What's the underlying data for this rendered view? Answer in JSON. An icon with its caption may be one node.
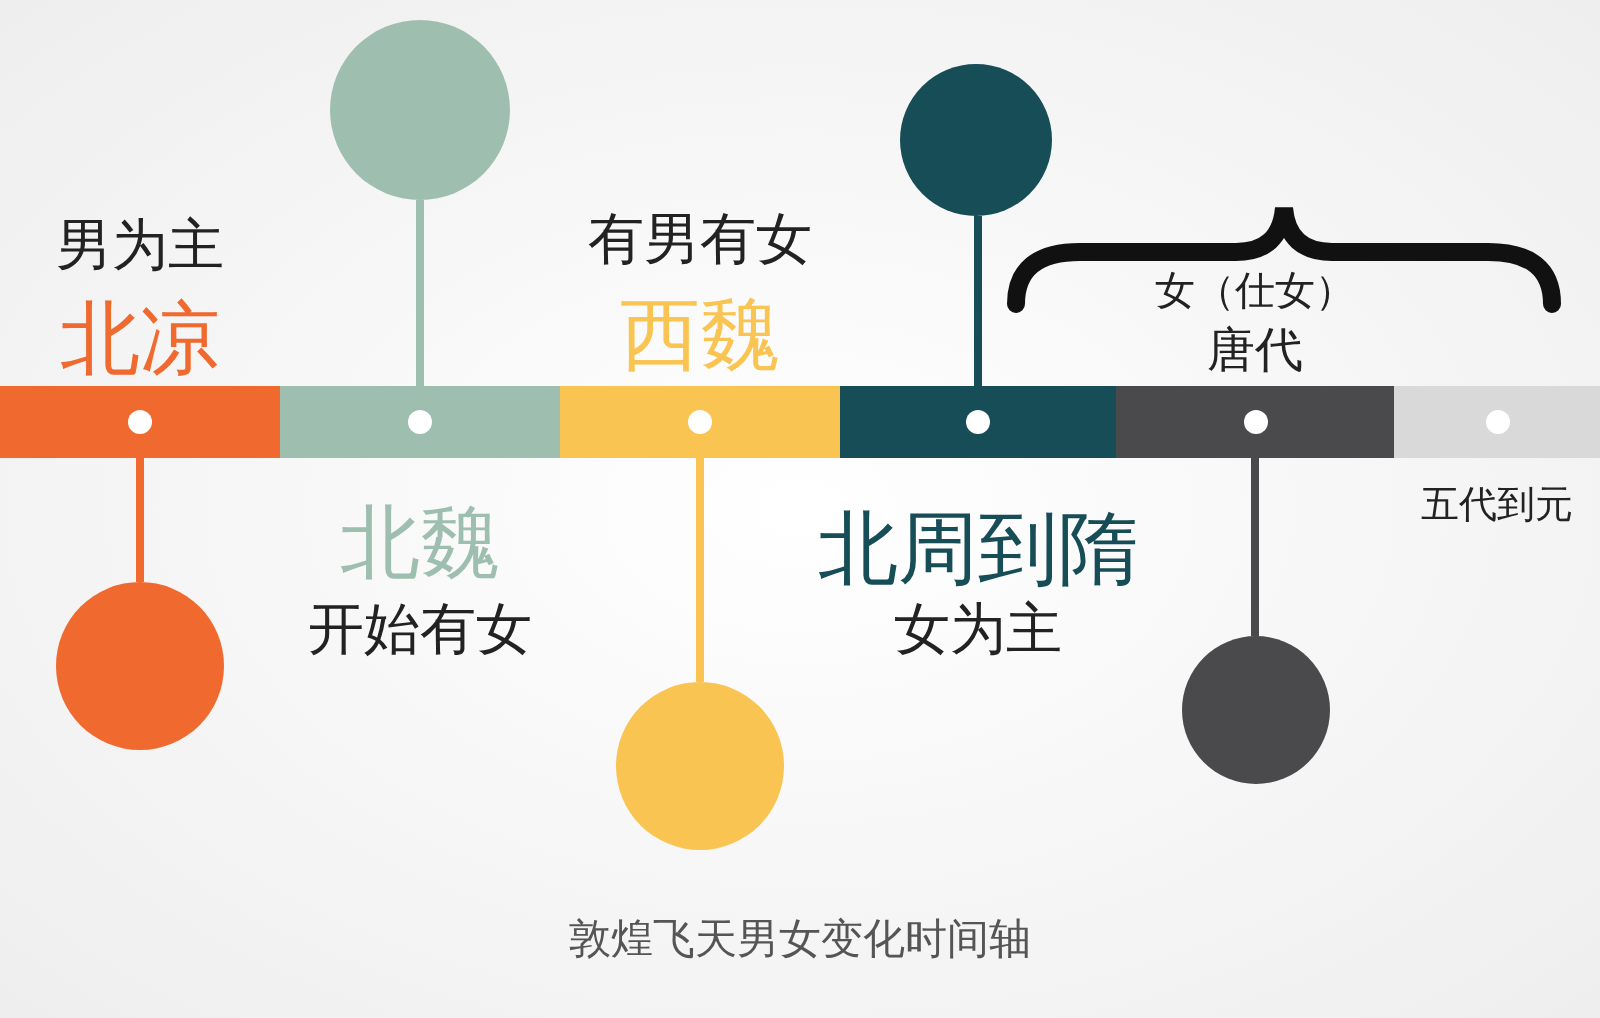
{
  "diagram": {
    "caption": "敦煌飞天男女变化时间轴",
    "nodes": [
      {
        "text": [],
        "shape": "bar",
        "beside": [
          "男为主",
          "北凉"
        ]
      },
      {
        "text": [],
        "shape": "bar",
        "beside": [
          "北魏",
          "开始有女"
        ]
      },
      {
        "text": [],
        "shape": "bar",
        "beside": [
          "有男有女",
          "西魏"
        ]
      },
      {
        "text": [],
        "shape": "bar",
        "beside": [
          "北周到隋",
          "女为主"
        ]
      },
      {
        "text": [],
        "shape": "bar",
        "beside": [
          "女（仕女）",
          "唐代"
        ]
      },
      {
        "text": [],
        "shape": "bar",
        "beside": [
          "五代到元"
        ]
      },
      {
        "text": [],
        "shape": "circle"
      },
      {
        "text": [],
        "shape": "circle"
      },
      {
        "text": [],
        "shape": "circle"
      },
      {
        "text": [],
        "shape": "circle"
      },
      {
        "text": [],
        "shape": "circle"
      }
    ],
    "edges": [
      {
        "from": 6,
        "to": 0,
        "arrow": "none",
        "color": "#f0692f"
      },
      {
        "from": 7,
        "to": 1,
        "arrow": "none",
        "color": "#9ebfb0"
      },
      {
        "from": 8,
        "to": 2,
        "arrow": "none",
        "color": "#f9c451"
      },
      {
        "from": 9,
        "to": 3,
        "arrow": "none",
        "color": "#174d56"
      },
      {
        "from": 10,
        "to": 4,
        "arrow": "none",
        "color": "#4a4a4c"
      }
    ]
  }
}
